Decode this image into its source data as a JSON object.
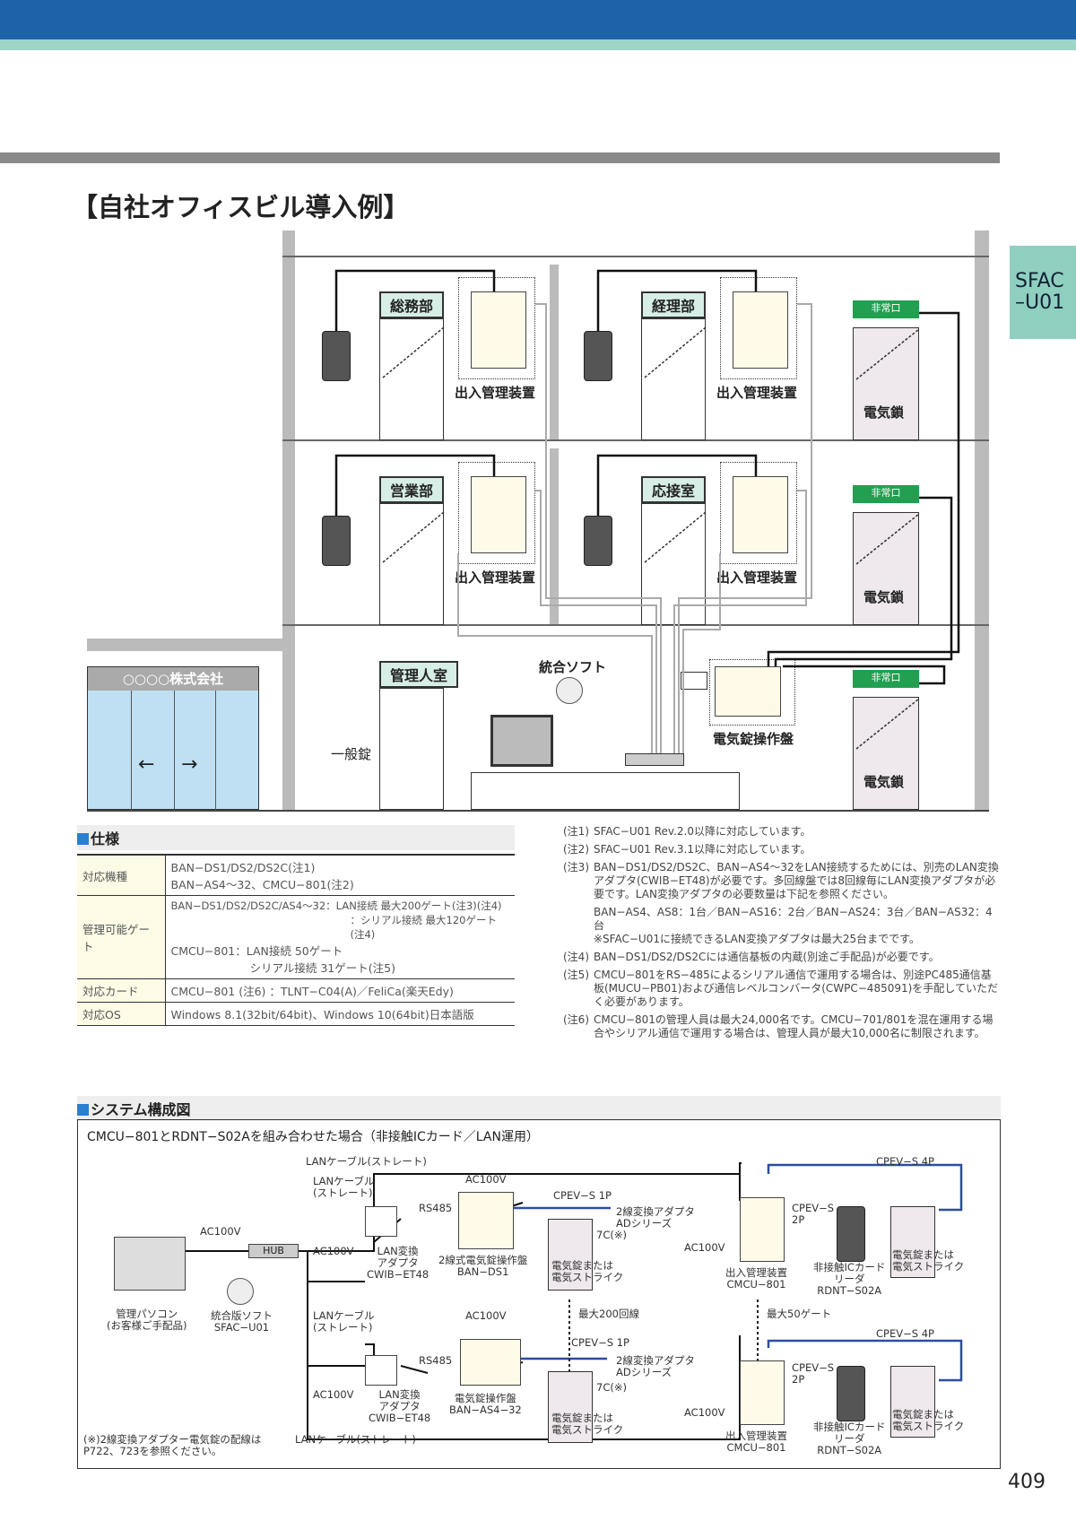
{
  "header": {
    "side_tab": "SFAC\n–U01",
    "page_number": "409"
  },
  "title": "【自社オフィスビル導入例】",
  "building": {
    "rooms": [
      "総務部",
      "経理部",
      "営業部",
      "応接室",
      "管理人室"
    ],
    "controller_label": "出入管理装置",
    "elock_label": "電気鎖",
    "company_sign": "○○○○株式会社",
    "software_label": "統合ソフト",
    "panel_label": "電気錠操作盤",
    "general_lock": "一般錠",
    "exit_sign": "非常口"
  },
  "spec": {
    "heading": "仕様",
    "rows": [
      {
        "label": "対応機種",
        "lines": [
          "BAN−DS1/DS2/DS2C(注1)",
          "BAN−AS4〜32、CMCU−801(注2)"
        ]
      },
      {
        "label": "管理可能ゲート",
        "lines": [
          "BAN−DS1/DS2/DS2C/AS4〜32：LAN接続 最大200ゲート(注3)(注4)",
          "：シリアル接続 最大120ゲート(注4)",
          "CMCU−801：LAN接続 50ゲート",
          "シリアル接続 31ゲート(注5)"
        ]
      },
      {
        "label": "対応カード",
        "lines": [
          "CMCU−801 (注6) ：TLNT−C04(A)／FeliCa(楽天Edy)"
        ]
      },
      {
        "label": "対応OS",
        "lines": [
          "Windows 8.1(32bit/64bit)、Windows 10(64bit)日本語版"
        ]
      }
    ]
  },
  "notes": [
    {
      "tag": "(注1)",
      "text": "SFAC−U01 Rev.2.0以降に対応しています。"
    },
    {
      "tag": "(注2)",
      "text": "SFAC−U01 Rev.3.1以降に対応しています。"
    },
    {
      "tag": "(注3)",
      "text": "BAN−DS1/DS2/DS2C、BAN−AS4〜32をLAN接続するためには、別売のLAN変換アダプタ(CWIB−ET48)が必要です。多回線盤では8回線毎にLAN変換アダプタが必要です。LAN変換アダプタの必要数量は下記を参照ください。"
    },
    {
      "tag": "",
      "text": "BAN−AS4、AS8：1台／BAN−AS16：2台／BAN−AS24：3台／BAN−AS32：4台"
    },
    {
      "tag": "",
      "text": "※SFAC−U01に接続できるLAN変換アダプタは最大25台までです。"
    },
    {
      "tag": "(注4)",
      "text": "BAN−DS1/DS2/DS2Cには通信基板の内蔵(別途ご手配品)が必要です。"
    },
    {
      "tag": "(注5)",
      "text": "CMCU−801をRS−485によるシリアル通信で運用する場合は、別途PC485通信基板(MUCU−PB01)および通信レベルコンバータ(CWPC−485091)を手配していただく必要があります。"
    },
    {
      "tag": "(注6)",
      "text": "CMCU−801の管理人員は最大24,000名です。CMCU−701/801を混在運用する場合やシリアル通信で運用する場合は、管理人員が最大10,000名に制限されます。"
    }
  ],
  "system": {
    "heading": "システム構成図",
    "caption": "CMCU−801とRDNT−S02Aを組み合わせた場合（非接触ICカード／LAN運用）",
    "lan_straight": "LANケーブル(ストレート)",
    "lan_straight2": "LANケーブル\n(ストレート)",
    "ac100v": "AC100V",
    "hub": "HUB",
    "rs485": "RS485",
    "pc": "管理パソコン\n(お客様ご手配品)",
    "soft": "統合版ソフト\nSFAC−U01",
    "adapter": "LAN変換\nアダプタ\nCWIB−ET48",
    "panel1": "2線式電気錠操作盤\nBAN−DS1",
    "panel2": "電気錠操作盤\nBAN−AS4−32",
    "cpev1p": "CPEV−S 1P",
    "cpev2p": "CPEV−S\n2P",
    "cpev4p": "CPEV−S 4P",
    "ad": "2線変換アダプタ\nADシリーズ",
    "c7": "7C(※)",
    "elock": "電気錠または\n電気ストライク",
    "max200": "最大200回線",
    "max50": "最大50ゲート",
    "controller": "出入管理装置\nCMCU−801",
    "reader": "非接触ICカード\nリーダ\nRDNT−S02A",
    "footnote": "(※)2線変換アダプター電気錠の配線は\nP722、723を参照ください。"
  }
}
